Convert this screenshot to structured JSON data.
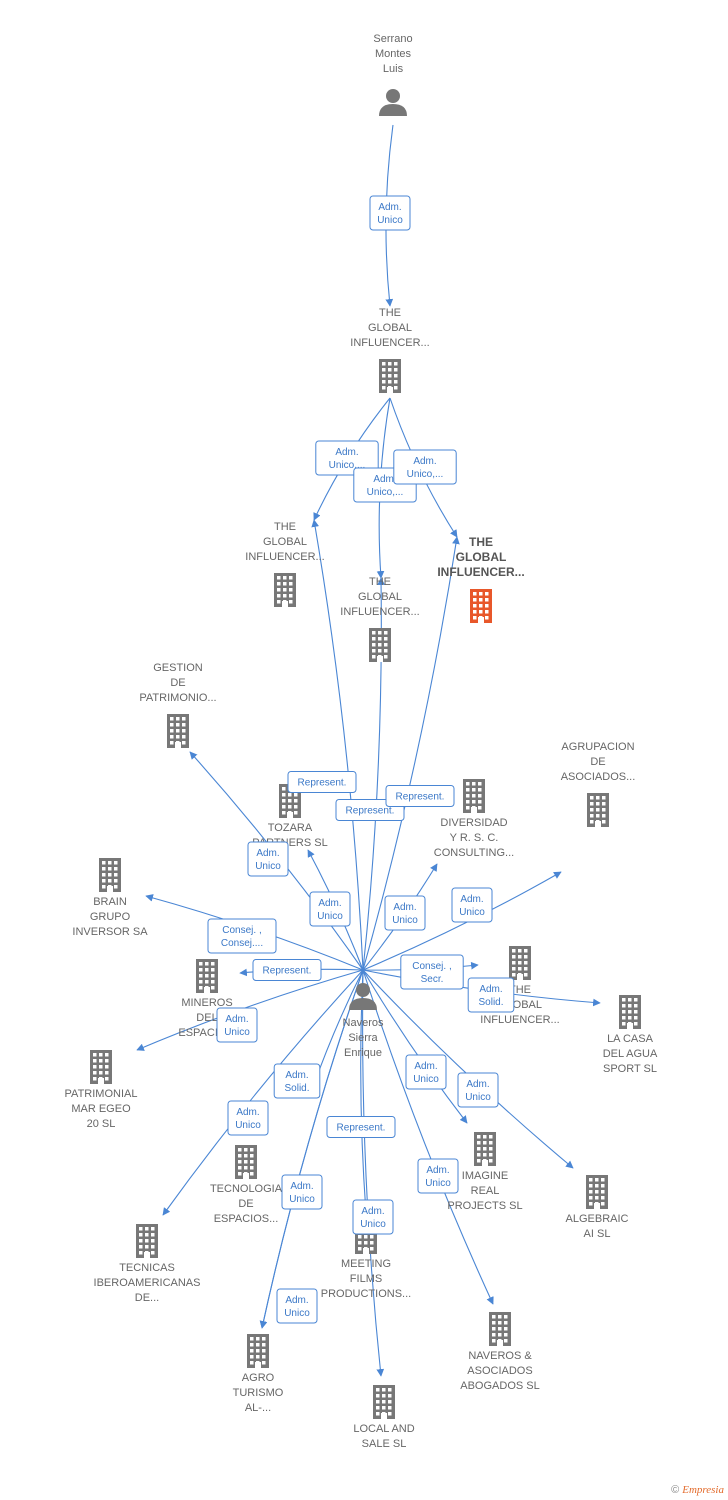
{
  "colors": {
    "edge": "#4a86d4",
    "node": "#777777",
    "highlight": "#e8572a"
  },
  "nodes": [
    {
      "id": "serrano",
      "type": "person",
      "lines": [
        "Serrano",
        "Montes",
        "Luis"
      ]
    },
    {
      "id": "tgi_top",
      "type": "company",
      "lines": [
        "THE",
        "GLOBAL",
        "INFLUENCER..."
      ]
    },
    {
      "id": "tgi_left",
      "type": "company",
      "lines": [
        "THE",
        "GLOBAL",
        "INFLUENCER..."
      ]
    },
    {
      "id": "tgi_mid",
      "type": "company",
      "lines": [
        "THE",
        "GLOBAL",
        "INFLUENCER..."
      ]
    },
    {
      "id": "tgi_hl",
      "type": "company",
      "highlight": true,
      "lines": [
        "THE",
        "GLOBAL",
        "INFLUENCER..."
      ]
    },
    {
      "id": "gestion",
      "type": "company",
      "lines": [
        "GESTION",
        "DE",
        "PATRIMONIO..."
      ]
    },
    {
      "id": "tozara",
      "type": "company",
      "lines": [
        "TOZARA",
        "PARTNERS SL"
      ]
    },
    {
      "id": "diversidad",
      "type": "company",
      "lines": [
        "DIVERSIDAD",
        "Y R.  S. C.",
        "CONSULTING..."
      ]
    },
    {
      "id": "agrupacion",
      "type": "company",
      "lines": [
        "AGRUPACION",
        "DE",
        "ASOCIADOS..."
      ]
    },
    {
      "id": "brain",
      "type": "company",
      "lines": [
        "BRAIN",
        "GRUPO",
        "INVERSOR SA"
      ]
    },
    {
      "id": "mineros",
      "type": "company",
      "lines": [
        "MINEROS",
        "DEL",
        "ESPACIO..."
      ]
    },
    {
      "id": "tgi_right",
      "type": "company",
      "lines": [
        "THE",
        "GLOBAL",
        "INFLUENCER..."
      ]
    },
    {
      "id": "casa",
      "type": "company",
      "lines": [
        "LA CASA",
        "DEL AGUA",
        "SPORT  SL"
      ]
    },
    {
      "id": "naveros",
      "type": "person",
      "lines": [
        "Naveros",
        "Sierra",
        "Enrique"
      ]
    },
    {
      "id": "patrimonial",
      "type": "company",
      "lines": [
        "PATRIMONIAL",
        "MAR EGEO",
        "20  SL"
      ]
    },
    {
      "id": "tecnologia",
      "type": "company",
      "lines": [
        "TECNOLOGIA",
        "DE",
        "ESPACIOS..."
      ]
    },
    {
      "id": "imagine",
      "type": "company",
      "lines": [
        "IMAGINE",
        "REAL",
        "PROJECTS  SL"
      ]
    },
    {
      "id": "algebraic",
      "type": "company",
      "lines": [
        "ALGEBRAIC",
        "AI  SL"
      ]
    },
    {
      "id": "tecnicas",
      "type": "company",
      "lines": [
        "TECNICAS",
        "IBEROAMERICANAS",
        "DE..."
      ]
    },
    {
      "id": "meeting",
      "type": "company",
      "lines": [
        "MEETING",
        "FILMS",
        "PRODUCTIONS..."
      ]
    },
    {
      "id": "naveros_asoc",
      "type": "company",
      "lines": [
        "NAVEROS &",
        "ASOCIADOS",
        "ABOGADOS  SL"
      ]
    },
    {
      "id": "agro",
      "type": "company",
      "lines": [
        "AGRO",
        "TURISMO",
        "AL-..."
      ]
    },
    {
      "id": "local",
      "type": "company",
      "lines": [
        "LOCAL AND",
        "SALE SL"
      ]
    }
  ],
  "edges": [
    {
      "from": "serrano",
      "to": "tgi_top",
      "label": [
        "Adm.",
        "Unico"
      ]
    },
    {
      "from": "tgi_top",
      "to": "tgi_left",
      "label": [
        "Adm.",
        "Unico,..."
      ]
    },
    {
      "from": "tgi_top",
      "to": "tgi_mid",
      "label": [
        "Adm.",
        "Unico,..."
      ]
    },
    {
      "from": "tgi_top",
      "to": "tgi_hl",
      "label": [
        "Adm.",
        "Unico,..."
      ]
    },
    {
      "from": "naveros",
      "to": "tgi_left",
      "label": [
        "Represent."
      ]
    },
    {
      "from": "naveros",
      "to": "tgi_mid",
      "label": [
        "Represent."
      ]
    },
    {
      "from": "naveros",
      "to": "tgi_hl",
      "label": [
        "Represent."
      ]
    },
    {
      "from": "naveros",
      "to": "gestion",
      "label": [
        "Adm.",
        "Unico"
      ]
    },
    {
      "from": "naveros",
      "to": "tozara",
      "label": [
        "Adm.",
        "Unico"
      ]
    },
    {
      "from": "naveros",
      "to": "diversidad",
      "label": [
        "Adm.",
        "Unico"
      ]
    },
    {
      "from": "naveros",
      "to": "agrupacion",
      "label": [
        "Adm.",
        "Unico"
      ]
    },
    {
      "from": "naveros",
      "to": "brain",
      "label": [
        "Consej. ,",
        "Consej...."
      ]
    },
    {
      "from": "naveros",
      "to": "mineros",
      "label": [
        "Represent."
      ]
    },
    {
      "from": "naveros",
      "to": "tgi_right",
      "label": [
        "Consej. ,",
        "Secr."
      ]
    },
    {
      "from": "naveros",
      "to": "casa",
      "label": [
        "Adm.",
        "Solid."
      ]
    },
    {
      "from": "naveros",
      "to": "patrimonial",
      "label": [
        "Adm.",
        "Unico"
      ]
    },
    {
      "from": "naveros",
      "to": "tecnicas",
      "label": [
        "Adm.",
        "Unico"
      ]
    },
    {
      "from": "naveros",
      "to": "tecnologia",
      "label": [
        "Adm.",
        "Solid."
      ]
    },
    {
      "from": "naveros",
      "to": "imagine",
      "label": [
        "Adm.",
        "Unico"
      ]
    },
    {
      "from": "naveros",
      "to": "algebraic",
      "label": [
        "Adm.",
        "Unico"
      ]
    },
    {
      "from": "naveros",
      "to": "meeting",
      "label": [
        "Represent."
      ]
    },
    {
      "from": "naveros",
      "to": "naveros_asoc",
      "label": [
        "Adm.",
        "Unico"
      ]
    },
    {
      "from": "naveros",
      "to": "agro",
      "label": [
        "Adm.",
        "Unico"
      ]
    },
    {
      "from": "naveros",
      "to": "local",
      "label": [
        "Adm.",
        "Unico"
      ]
    },
    {
      "from": "naveros",
      "to": "agro",
      "label": [
        "Adm.",
        "Unico"
      ]
    }
  ],
  "footer": {
    "copyright": "©",
    "brand": "Empresia"
  }
}
